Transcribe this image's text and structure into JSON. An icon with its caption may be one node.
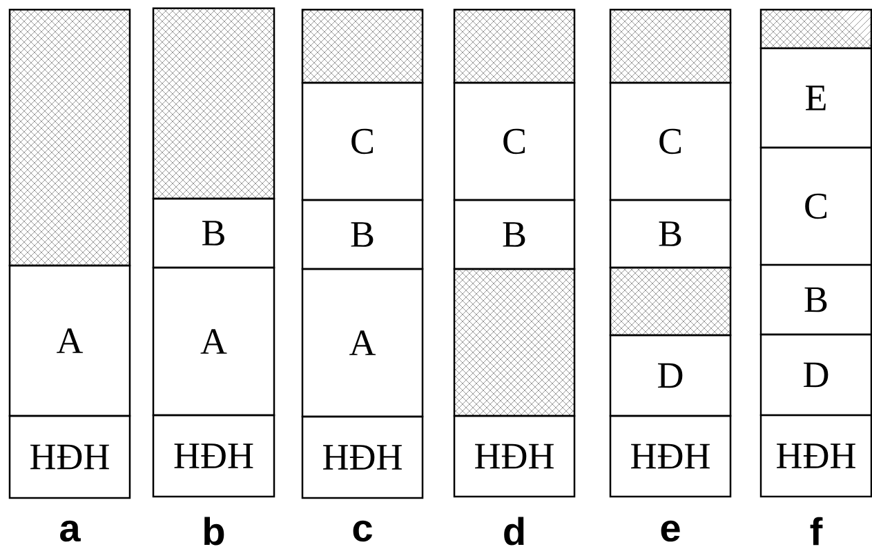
{
  "diagram": {
    "nodes": [
      {
        "text": [],
        "shape": "box"
      },
      {
        "text": [
          "A"
        ]
      },
      {
        "text": [
          "HĐH"
        ]
      },
      {
        "text": [],
        "shape": "box"
      },
      {
        "text": [
          "B"
        ]
      },
      {
        "text": [
          "A"
        ]
      },
      {
        "text": [
          "HĐH"
        ]
      },
      {
        "text": [],
        "shape": "box"
      },
      {
        "text": [
          "C"
        ]
      },
      {
        "text": [
          "B"
        ]
      },
      {
        "text": [
          "A"
        ]
      },
      {
        "text": [
          "HĐH"
        ]
      },
      {
        "text": [],
        "shape": "box"
      },
      {
        "text": [
          "C"
        ]
      },
      {
        "text": [
          "B"
        ]
      },
      {
        "text": [],
        "shape": "box"
      },
      {
        "text": [
          "HĐH"
        ]
      },
      {
        "text": [],
        "shape": "box"
      },
      {
        "text": [
          "C"
        ]
      },
      {
        "text": [
          "B"
        ]
      },
      {
        "text": [],
        "shape": "box"
      },
      {
        "text": [
          "D"
        ]
      },
      {
        "text": [
          "HĐH"
        ]
      },
      {
        "text": [],
        "shape": "box"
      },
      {
        "text": [
          "E"
        ]
      },
      {
        "text": [
          "C"
        ]
      },
      {
        "text": [
          "B"
        ]
      },
      {
        "text": [
          "D"
        ]
      },
      {
        "text": [
          "HĐH"
        ]
      }
    ],
    "labels": [
      "a",
      "b",
      "c",
      "d",
      "e",
      "f"
    ]
  }
}
